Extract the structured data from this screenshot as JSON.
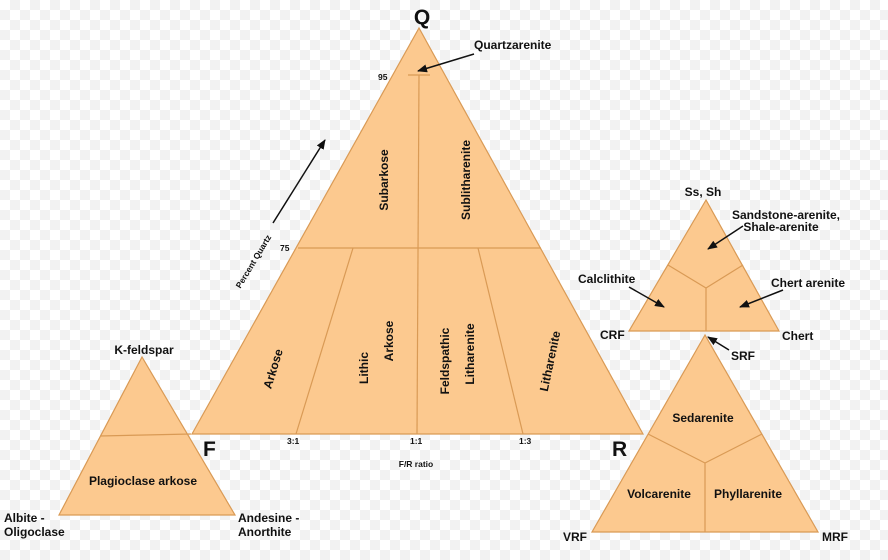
{
  "colors": {
    "fill": "#fcc98f",
    "stroke": "#d99a55",
    "text": "#111111"
  },
  "main": {
    "apex_q": "Q",
    "corner_f": "F",
    "corner_r": "R",
    "tick_95": "95",
    "tick_75": "75",
    "percent_quartz": "Percent Quartz",
    "ratio_3_1": "3:1",
    "ratio_1_1": "1:1",
    "ratio_1_3": "1:3",
    "fr_ratio": "F/R ratio",
    "quartzarenite": "Quartzarenite",
    "subarkose": "Subarkose",
    "sublitharenite": "Sublitharenite",
    "arkose": "Arkose",
    "lithic": "Lithic",
    "arkose2": "Arkose",
    "feldspathic": "Feldspathic",
    "litharenite_a": "Litharenite",
    "litharenite_b": "Litharenite"
  },
  "feldspar": {
    "apex": "K-feldspar",
    "left1": "Albite -",
    "left2": "Oligoclase",
    "right1": "Andesine -",
    "right2": "Anorthite",
    "field": "Plagioclase arkose"
  },
  "rock_fragments": {
    "apex": "Ss, Sh",
    "sandstone1": "Sandstone-arenite,",
    "sandstone2": "Shale-arenite",
    "calclithite": "Calclithite",
    "chert_arenite": "Chert arenite",
    "crf": "CRF",
    "chert": "Chert",
    "srf": "SRF"
  },
  "srf_triangle": {
    "sedarenite": "Sedarenite",
    "volcarenite": "Volcarenite",
    "phyllarenite": "Phyllarenite",
    "vrf": "VRF",
    "mrf": "MRF"
  }
}
